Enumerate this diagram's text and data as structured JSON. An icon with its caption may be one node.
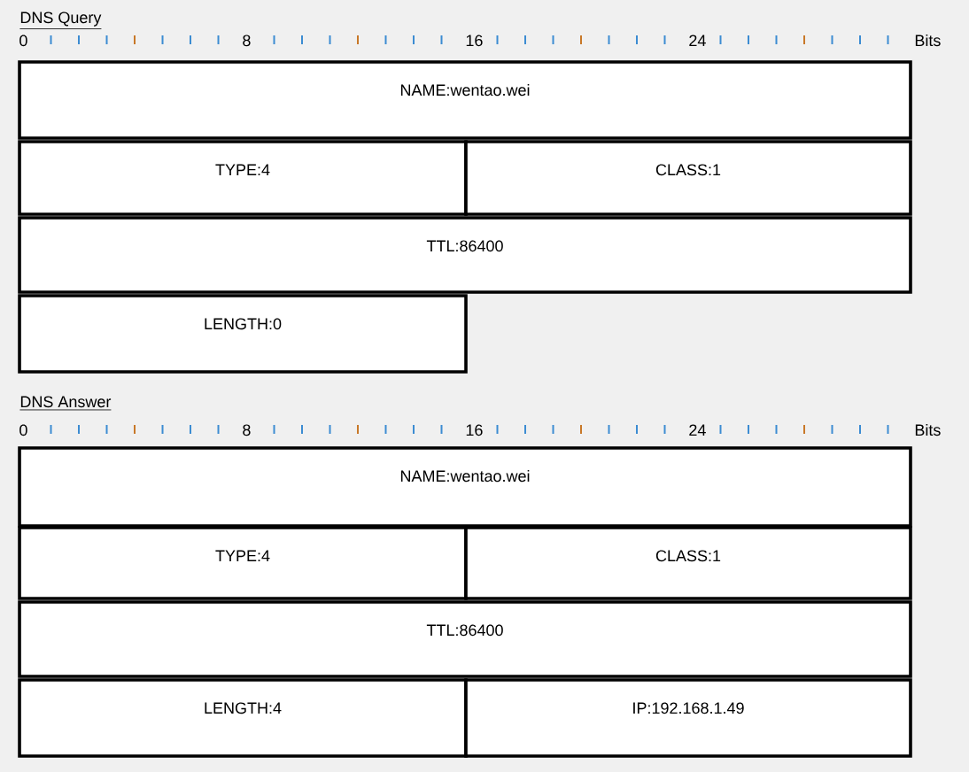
{
  "diagram": {
    "nodes": [
      {
        "text": [
          "NAME:wentao.wei"
        ]
      },
      {
        "text": [
          "TYPE:4"
        ]
      },
      {
        "text": [
          "CLASS:1"
        ]
      },
      {
        "text": [
          "TTL:86400"
        ]
      },
      {
        "text": [
          "LENGTH:0"
        ]
      },
      {
        "text": [
          "NAME:wentao.wei"
        ]
      },
      {
        "text": [
          "TYPE:4"
        ]
      },
      {
        "text": [
          "CLASS:1"
        ]
      },
      {
        "text": [
          "TTL:86400"
        ]
      },
      {
        "text": [
          "LENGTH:4"
        ]
      },
      {
        "text": [
          "IP:192.168.1.49"
        ]
      }
    ],
    "labels": [
      "DNS Query",
      "0",
      "8",
      "16",
      "24",
      "Bits",
      "DNS Answer",
      "0",
      "8",
      "16",
      "24",
      "Bits"
    ]
  }
}
